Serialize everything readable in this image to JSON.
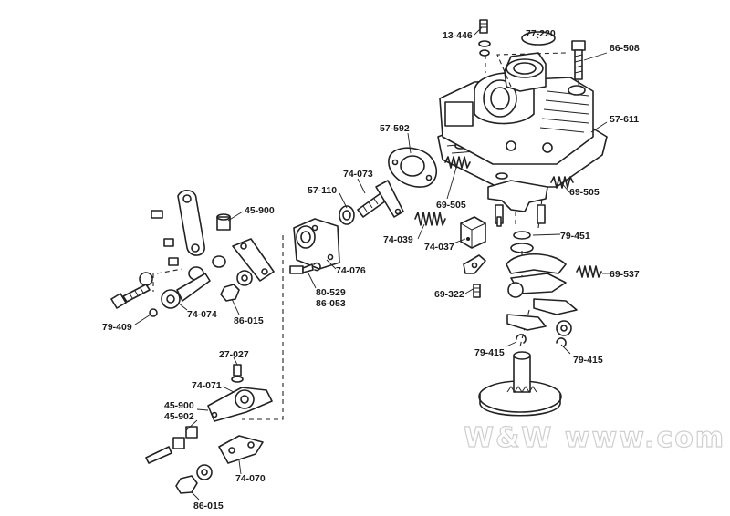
{
  "diagram": {
    "labels": [
      "13-446",
      "77-220",
      "86-508",
      "57-611",
      "57-592",
      "74-073",
      "57-110",
      "69-505",
      "69-505",
      "45-900",
      "74-039",
      "74-037",
      "79-451",
      "74-076",
      "69-537",
      "80-529",
      "86-053",
      "69-322",
      "79-409",
      "74-074",
      "86-015",
      "79-415",
      "79-415",
      "27-027",
      "74-071",
      "45-900",
      "45-902",
      "74-070",
      "86-015"
    ],
    "watermark": "W&W www.com"
  }
}
